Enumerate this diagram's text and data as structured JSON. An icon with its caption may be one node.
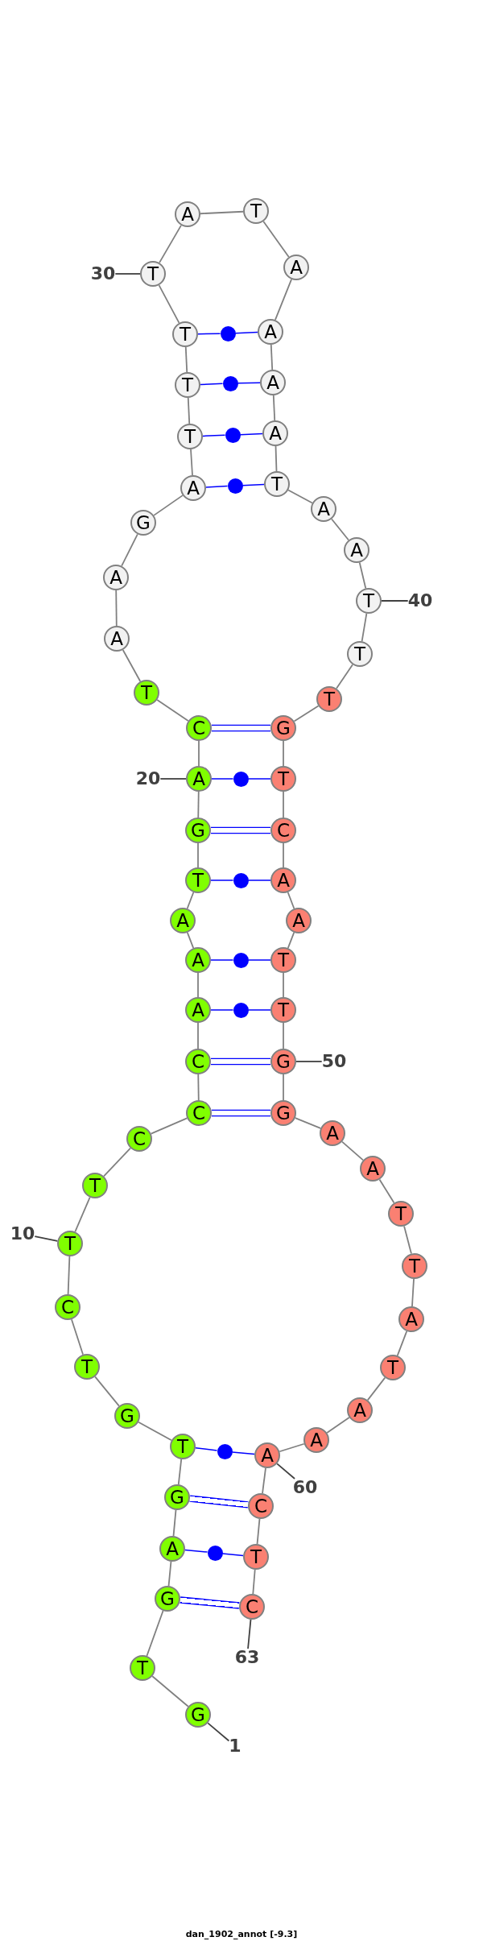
{
  "diagram": {
    "caption": "dan_1902_annot [-9.3]",
    "nodes": [
      {
        "text": [
          "G"
        ]
      },
      {
        "text": [
          "T"
        ]
      },
      {
        "text": [
          "G"
        ]
      },
      {
        "text": [
          "A"
        ]
      },
      {
        "text": [
          "G"
        ]
      },
      {
        "text": [
          "T"
        ]
      },
      {
        "text": [
          "G"
        ]
      },
      {
        "text": [
          "T"
        ]
      },
      {
        "text": [
          "C"
        ]
      },
      {
        "text": [
          "T"
        ]
      },
      {
        "text": [
          "T"
        ]
      },
      {
        "text": [
          "C"
        ]
      },
      {
        "text": [
          "C"
        ]
      },
      {
        "text": [
          "C"
        ]
      },
      {
        "text": [
          "A"
        ]
      },
      {
        "text": [
          "A"
        ]
      },
      {
        "text": [
          "A"
        ]
      },
      {
        "text": [
          "T"
        ]
      },
      {
        "text": [
          "G"
        ]
      },
      {
        "text": [
          "A"
        ]
      },
      {
        "text": [
          "C"
        ]
      },
      {
        "text": [
          "T"
        ]
      },
      {
        "text": [
          "A"
        ]
      },
      {
        "text": [
          "A"
        ]
      },
      {
        "text": [
          "G"
        ]
      },
      {
        "text": [
          "A"
        ]
      },
      {
        "text": [
          "T"
        ]
      },
      {
        "text": [
          "T"
        ]
      },
      {
        "text": [
          "T"
        ]
      },
      {
        "text": [
          "T"
        ]
      },
      {
        "text": [
          "A"
        ]
      },
      {
        "text": [
          "T"
        ]
      },
      {
        "text": [
          "A"
        ]
      },
      {
        "text": [
          "A"
        ]
      },
      {
        "text": [
          "A"
        ]
      },
      {
        "text": [
          "A"
        ]
      },
      {
        "text": [
          "T"
        ]
      },
      {
        "text": [
          "A"
        ]
      },
      {
        "text": [
          "A"
        ]
      },
      {
        "text": [
          "T"
        ]
      },
      {
        "text": [
          "T"
        ]
      },
      {
        "text": [
          "T"
        ]
      },
      {
        "text": [
          "G"
        ]
      },
      {
        "text": [
          "T"
        ]
      },
      {
        "text": [
          "C"
        ]
      },
      {
        "text": [
          "A"
        ]
      },
      {
        "text": [
          "A"
        ]
      },
      {
        "text": [
          "T"
        ]
      },
      {
        "text": [
          "T"
        ]
      },
      {
        "text": [
          "G"
        ]
      },
      {
        "text": [
          "G"
        ]
      },
      {
        "text": [
          "A"
        ]
      },
      {
        "text": [
          "A"
        ]
      },
      {
        "text": [
          "T"
        ]
      },
      {
        "text": [
          "T"
        ]
      },
      {
        "text": [
          "A"
        ]
      },
      {
        "text": [
          "T"
        ]
      },
      {
        "text": [
          "A"
        ]
      },
      {
        "text": [
          "A"
        ]
      },
      {
        "text": [
          "A"
        ]
      },
      {
        "text": [
          "C"
        ]
      },
      {
        "text": [
          "T"
        ]
      },
      {
        "text": [
          "C"
        ]
      },
      {
        "text": [
          "1"
        ]
      },
      {
        "text": [
          "10"
        ]
      },
      {
        "text": [
          "20"
        ]
      },
      {
        "text": [
          "30"
        ]
      },
      {
        "text": [
          "40"
        ]
      },
      {
        "text": [
          "50"
        ]
      },
      {
        "text": [
          "60"
        ]
      },
      {
        "text": [
          "63"
        ]
      },
      {
        "text": [],
        "shape": "circle"
      },
      {
        "text": [],
        "shape": "circle"
      },
      {
        "text": [],
        "shape": "circle"
      },
      {
        "text": [],
        "shape": "circle"
      },
      {
        "text": [],
        "shape": "circle"
      },
      {
        "text": [],
        "shape": "circle"
      },
      {
        "text": [],
        "shape": "circle"
      },
      {
        "text": [],
        "shape": "circle"
      },
      {
        "text": [],
        "shape": "circle"
      },
      {
        "text": [],
        "shape": "circle"
      }
    ],
    "edges": [
      {
        "from": 0,
        "to": 1,
        "arrow": "none"
      },
      {
        "from": 1,
        "to": 2,
        "arrow": "none"
      },
      {
        "from": 2,
        "to": 3,
        "arrow": "none"
      },
      {
        "from": 3,
        "to": 4,
        "arrow": "none"
      },
      {
        "from": 4,
        "to": 5,
        "arrow": "none"
      },
      {
        "from": 5,
        "to": 6,
        "arrow": "none"
      },
      {
        "from": 6,
        "to": 7,
        "arrow": "none"
      },
      {
        "from": 7,
        "to": 8,
        "arrow": "none"
      },
      {
        "from": 8,
        "to": 9,
        "arrow": "none"
      },
      {
        "from": 9,
        "to": 10,
        "arrow": "none"
      },
      {
        "from": 10,
        "to": 11,
        "arrow": "none"
      },
      {
        "from": 11,
        "to": 12,
        "arrow": "none"
      },
      {
        "from": 12,
        "to": 13,
        "arrow": "none"
      },
      {
        "from": 13,
        "to": 14,
        "arrow": "none"
      },
      {
        "from": 14,
        "to": 15,
        "arrow": "none"
      },
      {
        "from": 15,
        "to": 16,
        "arrow": "none"
      },
      {
        "from": 16,
        "to": 17,
        "arrow": "none"
      },
      {
        "from": 17,
        "to": 18,
        "arrow": "none"
      },
      {
        "from": 18,
        "to": 19,
        "arrow": "none"
      },
      {
        "from": 19,
        "to": 20,
        "arrow": "none"
      },
      {
        "from": 20,
        "to": 21,
        "arrow": "none"
      },
      {
        "from": 21,
        "to": 22,
        "arrow": "none"
      },
      {
        "from": 22,
        "to": 23,
        "arrow": "none"
      },
      {
        "from": 23,
        "to": 24,
        "arrow": "none"
      },
      {
        "from": 24,
        "to": 25,
        "arrow": "none"
      },
      {
        "from": 25,
        "to": 26,
        "arrow": "none"
      },
      {
        "from": 26,
        "to": 27,
        "arrow": "none"
      },
      {
        "from": 27,
        "to": 28,
        "arrow": "none"
      },
      {
        "from": 28,
        "to": 29,
        "arrow": "none"
      },
      {
        "from": 29,
        "to": 30,
        "arrow": "none"
      },
      {
        "from": 30,
        "to": 31,
        "arrow": "none"
      },
      {
        "from": 31,
        "to": 32,
        "arrow": "none"
      },
      {
        "from": 32,
        "to": 33,
        "arrow": "none"
      },
      {
        "from": 33,
        "to": 34,
        "arrow": "none"
      },
      {
        "from": 34,
        "to": 35,
        "arrow": "none"
      },
      {
        "from": 35,
        "to": 36,
        "arrow": "none"
      },
      {
        "from": 36,
        "to": 37,
        "arrow": "none"
      },
      {
        "from": 37,
        "to": 38,
        "arrow": "none"
      },
      {
        "from": 38,
        "to": 39,
        "arrow": "none"
      },
      {
        "from": 39,
        "to": 40,
        "arrow": "none"
      },
      {
        "from": 40,
        "to": 41,
        "arrow": "none"
      },
      {
        "from": 41,
        "to": 42,
        "arrow": "none"
      },
      {
        "from": 42,
        "to": 43,
        "arrow": "none"
      },
      {
        "from": 43,
        "to": 44,
        "arrow": "none"
      },
      {
        "from": 44,
        "to": 45,
        "arrow": "none"
      },
      {
        "from": 45,
        "to": 46,
        "arrow": "none"
      },
      {
        "from": 46,
        "to": 47,
        "arrow": "none"
      },
      {
        "from": 47,
        "to": 48,
        "arrow": "none"
      },
      {
        "from": 48,
        "to": 49,
        "arrow": "none"
      },
      {
        "from": 49,
        "to": 50,
        "arrow": "none"
      },
      {
        "from": 50,
        "to": 51,
        "arrow": "none"
      },
      {
        "from": 51,
        "to": 52,
        "arrow": "none"
      },
      {
        "from": 52,
        "to": 53,
        "arrow": "none"
      },
      {
        "from": 53,
        "to": 54,
        "arrow": "none"
      },
      {
        "from": 54,
        "to": 55,
        "arrow": "none"
      },
      {
        "from": 55,
        "to": 56,
        "arrow": "none"
      },
      {
        "from": 56,
        "to": 57,
        "arrow": "none"
      },
      {
        "from": 57,
        "to": 58,
        "arrow": "none"
      },
      {
        "from": 58,
        "to": 59,
        "arrow": "none"
      },
      {
        "from": 59,
        "to": 60,
        "arrow": "none"
      },
      {
        "from": 60,
        "to": 61,
        "arrow": "none"
      },
      {
        "from": 61,
        "to": 62,
        "arrow": "none"
      },
      {
        "from": 2,
        "to": 62,
        "arrow": "none",
        "style": "thick",
        "color": "#0000ff"
      },
      {
        "from": 3,
        "to": 80,
        "arrow": "none",
        "color": "#0000ff"
      },
      {
        "from": 80,
        "to": 61,
        "arrow": "none",
        "color": "#0000ff"
      },
      {
        "from": 4,
        "to": 60,
        "arrow": "none",
        "style": "thick",
        "color": "#0000ff"
      },
      {
        "from": 5,
        "to": 79,
        "arrow": "none",
        "color": "#0000ff"
      },
      {
        "from": 79,
        "to": 59,
        "arrow": "none",
        "color": "#0000ff"
      },
      {
        "from": 12,
        "to": 50,
        "arrow": "none",
        "style": "thick",
        "color": "#0000ff"
      },
      {
        "from": 13,
        "to": 49,
        "arrow": "none",
        "style": "thick",
        "color": "#0000ff"
      },
      {
        "from": 14,
        "to": 78,
        "arrow": "none",
        "color": "#0000ff"
      },
      {
        "from": 78,
        "to": 48,
        "arrow": "none",
        "color": "#0000ff"
      },
      {
        "from": 15,
        "to": 77,
        "arrow": "none",
        "color": "#0000ff"
      },
      {
        "from": 77,
        "to": 47,
        "arrow": "none",
        "color": "#0000ff"
      },
      {
        "from": 17,
        "to": 76,
        "arrow": "none",
        "color": "#0000ff"
      },
      {
        "from": 76,
        "to": 45,
        "arrow": "none",
        "color": "#0000ff"
      },
      {
        "from": 18,
        "to": 44,
        "arrow": "none",
        "style": "thick",
        "color": "#0000ff"
      },
      {
        "from": 19,
        "to": 75,
        "arrow": "none",
        "color": "#0000ff"
      },
      {
        "from": 75,
        "to": 43,
        "arrow": "none",
        "color": "#0000ff"
      },
      {
        "from": 20,
        "to": 42,
        "arrow": "none",
        "style": "thick",
        "color": "#0000ff"
      },
      {
        "from": 25,
        "to": 74,
        "arrow": "none",
        "color": "#0000ff"
      },
      {
        "from": 74,
        "to": 36,
        "arrow": "none",
        "color": "#0000ff"
      },
      {
        "from": 26,
        "to": 73,
        "arrow": "none",
        "color": "#0000ff"
      },
      {
        "from": 73,
        "to": 35,
        "arrow": "none",
        "color": "#0000ff"
      },
      {
        "from": 27,
        "to": 72,
        "arrow": "none",
        "color": "#0000ff"
      },
      {
        "from": 72,
        "to": 34,
        "arrow": "none",
        "color": "#0000ff"
      },
      {
        "from": 28,
        "to": 71,
        "arrow": "none",
        "color": "#0000ff"
      },
      {
        "from": 71,
        "to": 33,
        "arrow": "none",
        "color": "#0000ff"
      },
      {
        "from": 63,
        "to": 0,
        "arrow": "none",
        "color": "#404040"
      },
      {
        "from": 64,
        "to": 9,
        "arrow": "none",
        "color": "#404040"
      },
      {
        "from": 65,
        "to": 19,
        "arrow": "none",
        "color": "#404040"
      },
      {
        "from": 66,
        "to": 29,
        "arrow": "none",
        "color": "#404040"
      },
      {
        "from": 67,
        "to": 39,
        "arrow": "none",
        "color": "#404040"
      },
      {
        "from": 68,
        "to": 49,
        "arrow": "none",
        "color": "#404040"
      },
      {
        "from": 69,
        "to": 59,
        "arrow": "none",
        "color": "#404040"
      },
      {
        "from": 70,
        "to": 62,
        "arrow": "none",
        "color": "#404040"
      }
    ]
  }
}
